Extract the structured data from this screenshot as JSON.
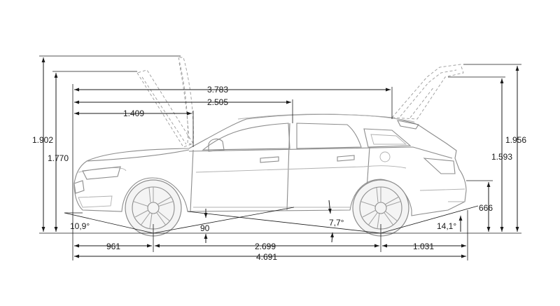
{
  "dimensions": {
    "total_height_open_front": "1.902",
    "height_hood_open": "1.770",
    "length_to_tailgate": "3.783",
    "length_to_b_pillar": "2.505",
    "front_to_windscreen": "1.409",
    "height_tailgate_open": "1.956",
    "height_roof_spoiler": "1.593",
    "load_sill_height": "666",
    "front_overhang": "961",
    "wheelbase": "2.699",
    "rear_overhang": "1.031",
    "overall_length": "4.691",
    "ground_clearance": "90",
    "approach_angle": "10,9°",
    "ramp_angle": "7,7°",
    "departure_angle": "14,1°"
  }
}
